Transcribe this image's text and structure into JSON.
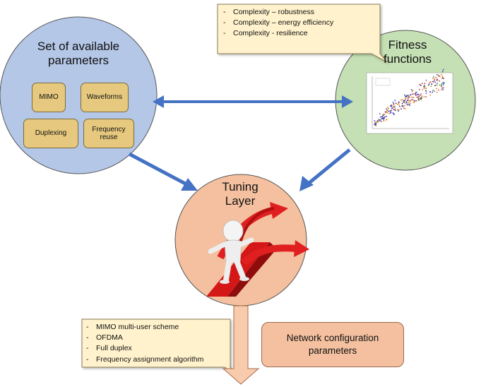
{
  "left_circle": {
    "title": "Set of available parameters",
    "parameters": [
      "MIMO",
      "Waveforms",
      "Duplexing",
      "Frequency reuse"
    ]
  },
  "right_circle": {
    "title": "Fitness functions"
  },
  "center_circle": {
    "title": "Tuning Layer"
  },
  "top_note": {
    "items": [
      "Complexity – robustness",
      "Complexity – energy efficiency",
      "Complexity - resilience"
    ]
  },
  "bottom_note": {
    "items": [
      "MIMO multi-user scheme",
      "OFDMA",
      "Full duplex",
      "Frequency assignment algorithm"
    ]
  },
  "output_box": {
    "label": "Network configuration parameters"
  },
  "colors": {
    "left_circle_fill": "#b4c7e7",
    "right_circle_fill": "#c5e0b4",
    "center_circle_fill": "#f4c09f",
    "param_box_fill": "#e6c97e",
    "note_fill": "#fff2cc",
    "arrow": "#4472c4",
    "down_arrow_fill": "#f8cbad",
    "red_arrow": "#e02020"
  }
}
